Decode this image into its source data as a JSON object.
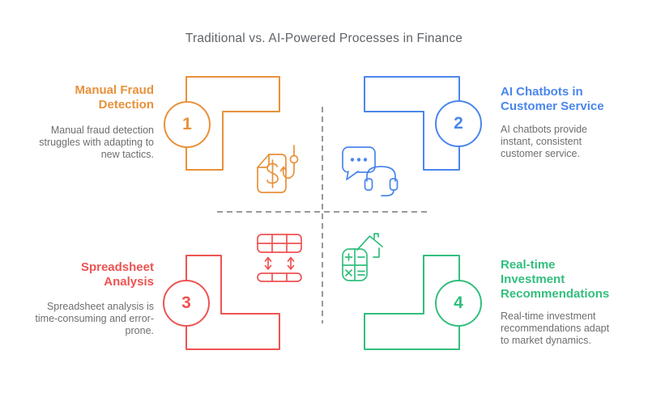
{
  "page": {
    "title": "Traditional vs. AI-Powered Processes in Finance",
    "background_color": "#ffffff",
    "title_color": "#5f6368",
    "divider_color": "#999999"
  },
  "quadrants": [
    {
      "position": "top-left",
      "number": "1",
      "title": "Manual Fraud Detection",
      "description": "Manual fraud detection struggles with adapting to new tactics.",
      "color": "#e8913a",
      "icon": "document-dollar-phishing-hook-icon"
    },
    {
      "position": "top-right",
      "number": "2",
      "title": "AI Chatbots in Customer Service",
      "description": "AI chatbots provide instant, consistent customer service.",
      "color": "#4a86ec",
      "icon": "chat-bubble-headset-icon"
    },
    {
      "position": "bottom-left",
      "number": "3",
      "title": "Spreadsheet Analysis",
      "description": "Spreadsheet analysis is time-consuming and error-prone.",
      "color": "#ee5352",
      "icon": "spreadsheet-rows-resize-icon"
    },
    {
      "position": "bottom-right",
      "number": "4",
      "title": "Real-time Investment Recommendations",
      "description": "Real-time investment recommendations adapt to market dynamics.",
      "color": "#33be7e",
      "icon": "house-calculator-icon"
    }
  ]
}
